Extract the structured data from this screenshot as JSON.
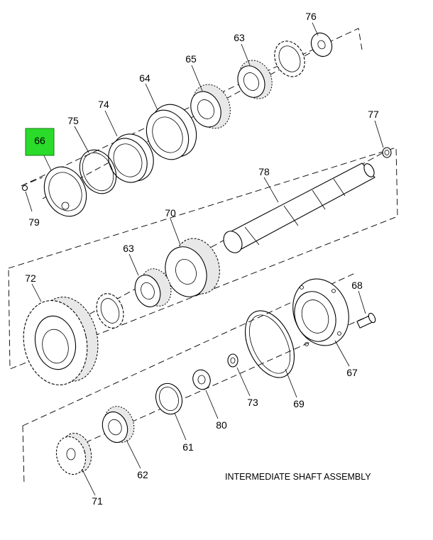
{
  "diagram": {
    "caption": "INTERMEDIATE SHAFT ASSEMBLY",
    "highlight_color": "#2adb2a",
    "selected_part": "66",
    "callouts": {
      "c76": "76",
      "c63a": "63",
      "c65": "65",
      "c64": "64",
      "c74": "74",
      "c75": "75",
      "c66": "66",
      "c79": "79",
      "c77": "77",
      "c78": "78",
      "c70": "70",
      "c63b": "63",
      "c72": "72",
      "c68": "68",
      "c67": "67",
      "c69": "69",
      "c73": "73",
      "c80": "80",
      "c61": "61",
      "c62": "62",
      "c71": "71"
    }
  }
}
